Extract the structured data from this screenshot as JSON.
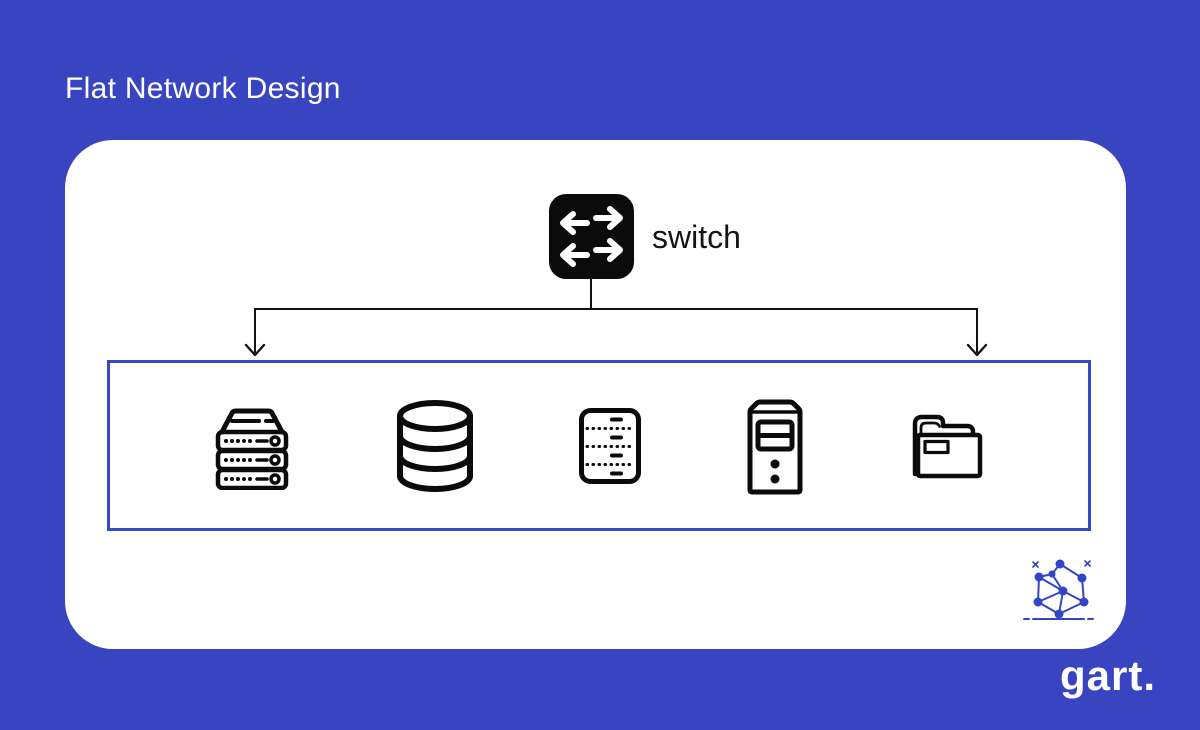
{
  "title": "Flat Network Design",
  "brand": "gart.",
  "diagram": {
    "switch_label": "switch",
    "devices": [
      {
        "name": "server-rack"
      },
      {
        "name": "database"
      },
      {
        "name": "storage-array"
      },
      {
        "name": "computer-tower"
      },
      {
        "name": "folder"
      }
    ]
  },
  "colors": {
    "background": "#3944C0",
    "card": "#FFFFFF",
    "device_box_border": "#3448CC",
    "icon_black": "#0B0B0B",
    "logo_blue": "#3444C6",
    "title_text": "#FFFFFF"
  }
}
